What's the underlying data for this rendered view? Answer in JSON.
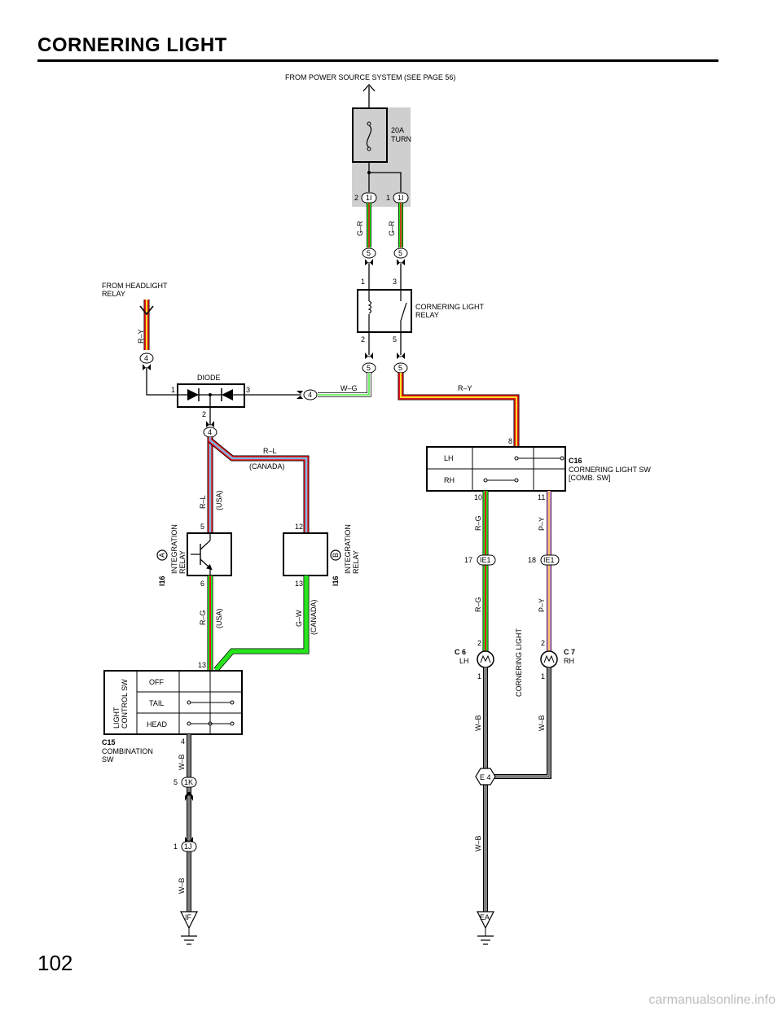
{
  "header": {
    "title": "CORNERING LIGHT",
    "page_number": "102"
  },
  "watermark": "carmanualsonline.info",
  "sources": {
    "power": "FROM POWER SOURCE SYSTEM (SEE PAGE 56)",
    "headlight_1": "FROM HEADLIGHT",
    "headlight_2": "RELAY"
  },
  "fuse": {
    "rating": "20A",
    "name": "TURN"
  },
  "connectors": {
    "c1I": "1I",
    "c5": "5",
    "c4": "4",
    "cIE1": "IE1",
    "c1K": "1K",
    "c1J": "1J",
    "IF": "IF",
    "EA": "EA",
    "E4": "E 4"
  },
  "pins": {
    "p1": "1",
    "p2": "2",
    "p3": "3",
    "p4": "4",
    "p5": "5",
    "p6": "6",
    "p8": "8",
    "p10": "10",
    "p11": "11",
    "p12": "12",
    "p13": "13",
    "p17": "17",
    "p18": "18"
  },
  "wires": {
    "GR": "G–R",
    "WG": "W–G",
    "RY": "R–Y",
    "RL": "R–L",
    "RG": "R–G",
    "GW": "G–W",
    "PY": "P–Y",
    "WB": "W–B",
    "usa": "(USA)",
    "canada": "(CANADA)"
  },
  "components": {
    "relay_1": "CORNERING LIGHT",
    "relay_2": "RELAY",
    "diode": "DIODE",
    "sw_code": "C16",
    "sw_1": "CORNERING LIGHT SW",
    "sw_2": "[COMB. SW]",
    "sw_lh": "LH",
    "sw_rh": "RH",
    "integ_code": "I16",
    "integ_1": "INTEGRATION",
    "integ_2": "RELAY",
    "integ_a": "A",
    "integ_b": "B",
    "lcs_1": "LIGHT",
    "lcs_2": "CONTROL SW",
    "lcs_off": "OFF",
    "lcs_tail": "TAIL",
    "lcs_head": "HEAD",
    "comb_code": "C15",
    "comb_1": "COMBINATION",
    "comb_2": "SW",
    "c6": "C 6",
    "c6_side": "LH",
    "c7": "C 7",
    "c7_side": "RH",
    "cl_vertical": "CORNERING LIGHT"
  },
  "colors": {
    "red": "#e8121a",
    "yellow": "#f5e025",
    "green": "#27e41e",
    "blue": "#7fb8e0",
    "pink": "#e88ce8",
    "grey": "#bdbdbd",
    "fuse_bg": "#cfcfcf"
  }
}
